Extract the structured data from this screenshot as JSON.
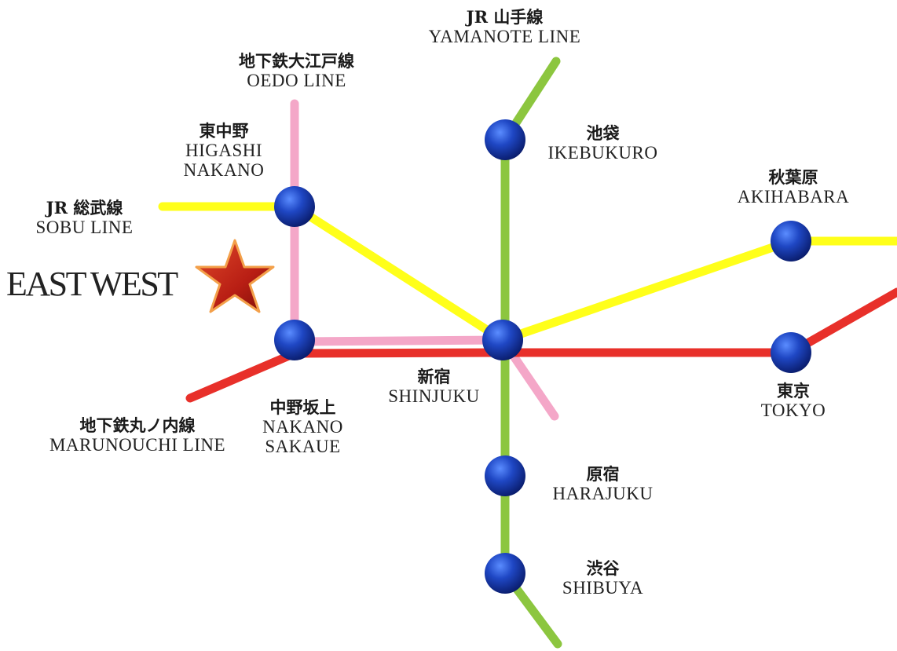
{
  "brand": {
    "name": "EAST WEST",
    "marker_icon": "star-icon"
  },
  "colors": {
    "yamanote": "#8cc63f",
    "sobu": "#ffff1a",
    "oedo": "#f4a7c8",
    "marunouchi": "#e8302a",
    "station": "#1f3fa8",
    "star": "#c2281c"
  },
  "lines": [
    {
      "id": "yamanote",
      "jp": "JR 山手線",
      "en": "YAMANOTE LINE"
    },
    {
      "id": "oedo",
      "jp": "地下鉄大江戸線",
      "en": "OEDO LINE"
    },
    {
      "id": "sobu",
      "jp": "JR 総武線",
      "en": "SOBU LINE"
    },
    {
      "id": "marunouchi",
      "jp": "地下鉄丸ノ内線",
      "en": "MARUNOUCHI LINE"
    }
  ],
  "stations": [
    {
      "id": "higashi-nakano",
      "jp": "東中野",
      "en": [
        "HIGASHI",
        "NAKANO"
      ]
    },
    {
      "id": "ikebukuro",
      "jp": "池袋",
      "en": [
        "IKEBUKURO"
      ]
    },
    {
      "id": "akihabara",
      "jp": "秋葉原",
      "en": [
        "AKIHABARA"
      ]
    },
    {
      "id": "nakano-sakaue",
      "jp": "中野坂上",
      "en": [
        "NAKANO",
        "SAKAUE"
      ]
    },
    {
      "id": "shinjuku",
      "jp": "新宿",
      "en": [
        "SHINJUKU"
      ]
    },
    {
      "id": "tokyo",
      "jp": "東京",
      "en": [
        "TOKYO"
      ]
    },
    {
      "id": "harajuku",
      "jp": "原宿",
      "en": [
        "HARAJUKU"
      ]
    },
    {
      "id": "shibuya",
      "jp": "渋谷",
      "en": [
        "SHIBUYA"
      ]
    }
  ]
}
